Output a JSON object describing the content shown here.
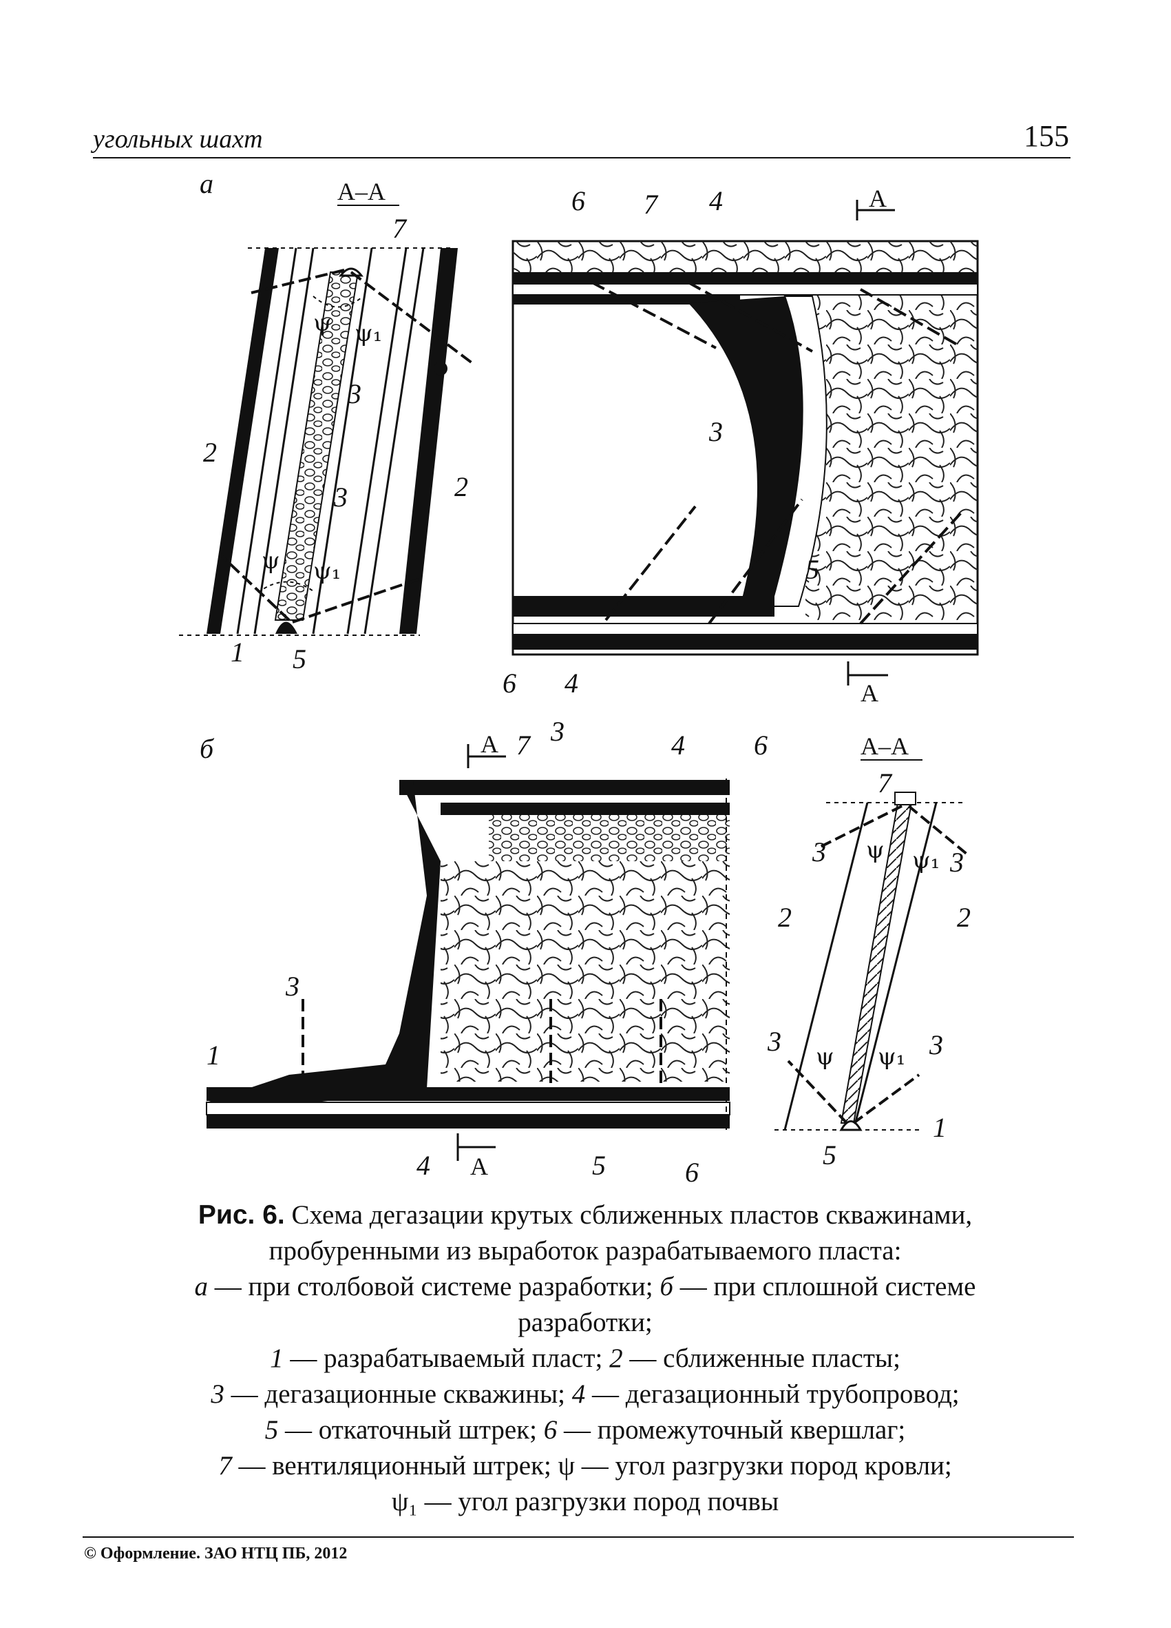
{
  "header": {
    "running_title": "угольных шахт",
    "page_number": "155"
  },
  "figure": {
    "panel_a_label": "а",
    "panel_b_label": "б",
    "section_title": "А–А",
    "section_marker": "А",
    "callouts": [
      "1",
      "2",
      "3",
      "4",
      "5",
      "6",
      "7"
    ],
    "psi": "ψ",
    "psi1": "ψ₁"
  },
  "caption": {
    "number": "Рис. 6.",
    "title": " Схема дегазации крутых сближенных пластов скважинами,",
    "title_cont": "пробуренными из выработок разрабатываемого пласта:",
    "line_a_letter": "а",
    "line_a": " — при столбовой системе разработки; ",
    "line_b_letter": "б",
    "line_b": " — при сплошной системе",
    "line_b_cont": "разработки;",
    "k1": "1",
    "t1": " — разрабатываемый пласт; ",
    "k2": "2",
    "t2": " — сближенные пласты;",
    "k3": "3",
    "t3": " — дегазационные скважины; ",
    "k4": "4",
    "t4": " — дегазационный трубопровод;",
    "k5": "5",
    "t5": " — откаточный штрек; ",
    "k6": "6",
    "t6": " — промежуточный квершлаг;",
    "k7": "7",
    "t7": " — вентиляционный штрек; ψ — угол разгрузки пород кровли;",
    "t8": "ψ₁ — угол разгрузки пород почвы"
  },
  "footer": {
    "copyright": "© Оформление. ЗАО НТЦ ПБ, 2012"
  }
}
